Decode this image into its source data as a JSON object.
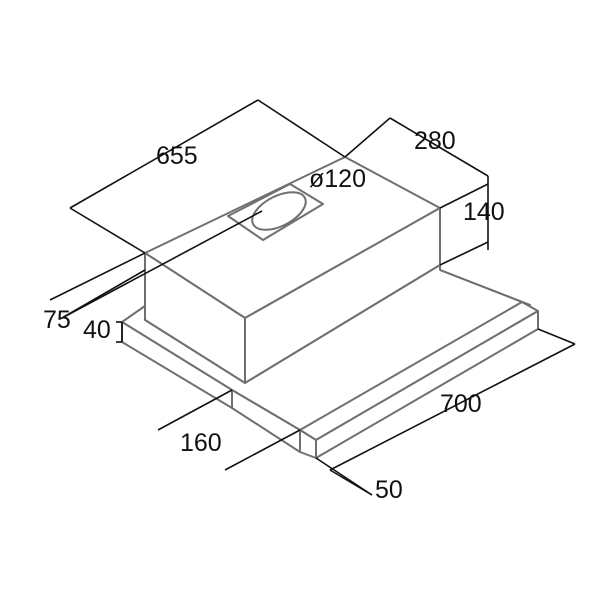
{
  "dimensions": {
    "width_top": "655",
    "depth_top": "280",
    "height_top": "140",
    "duct_diameter": "ø120",
    "front_offset": "75",
    "base_height": "40",
    "extension_depth": "160",
    "total_width": "700",
    "front_height": "50"
  },
  "colors": {
    "outline": "#6f6f6f",
    "dimension_line": "#111111",
    "background": "#ffffff"
  }
}
